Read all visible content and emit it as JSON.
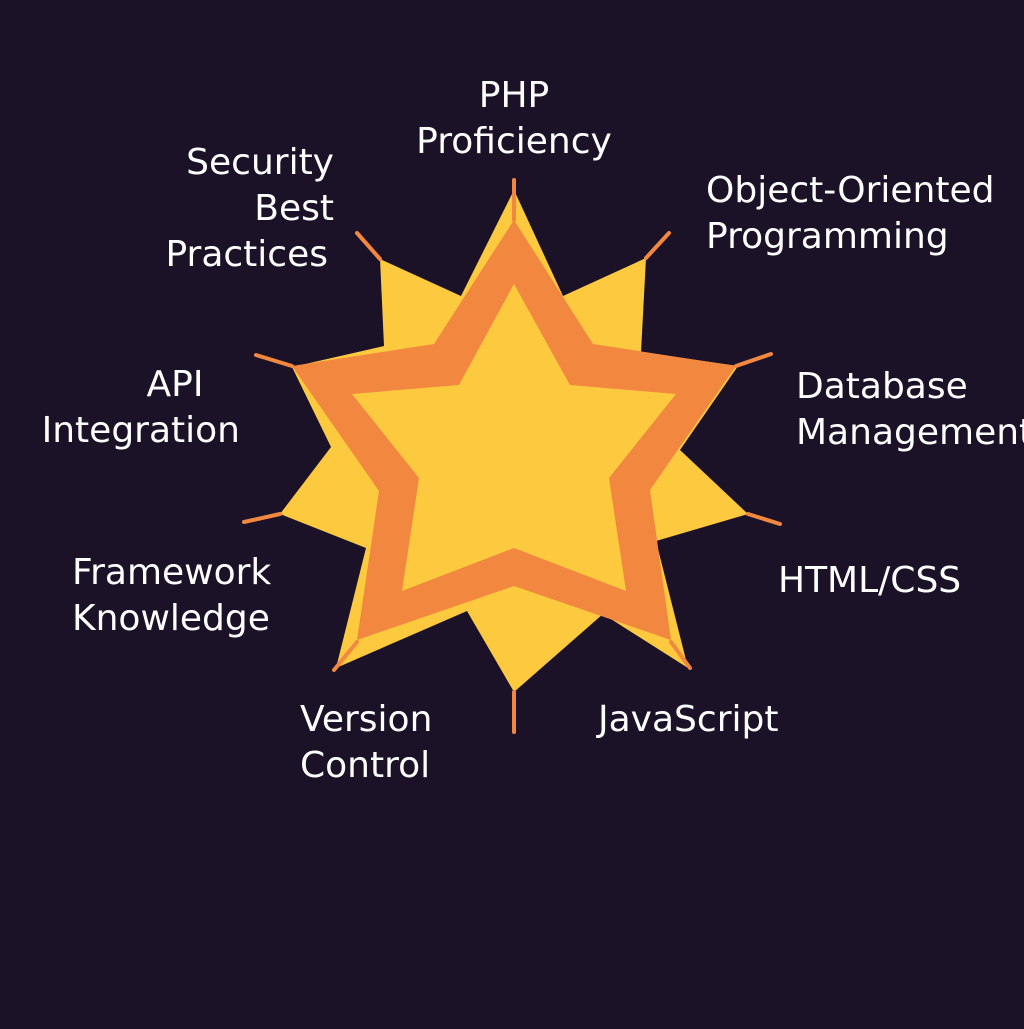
{
  "colors": {
    "background": "#1c1228",
    "outer_star_fill": "#fcc93f",
    "orange": "#f28740",
    "inner_star_fill": "#fcc93f",
    "label_text": "#ffffff"
  },
  "skills": [
    {
      "id": "php-proficiency",
      "lines": [
        "PHP",
        "Proficiency"
      ]
    },
    {
      "id": "object-oriented-programming",
      "lines": [
        "Object-Oriented",
        "Programming"
      ]
    },
    {
      "id": "database-management",
      "lines": [
        "Database",
        "Management"
      ]
    },
    {
      "id": "html-css",
      "lines": [
        "HTML/CSS"
      ]
    },
    {
      "id": "javascript",
      "lines": [
        "JavaScript"
      ]
    },
    {
      "id": "version-control",
      "lines": [
        "Version",
        "Control"
      ]
    },
    {
      "id": "framework-knowledge",
      "lines": [
        "Framework",
        "Knowledge"
      ]
    },
    {
      "id": "api-integration",
      "lines": [
        "API",
        "Integration"
      ]
    },
    {
      "id": "security-best-practices",
      "lines": [
        "Security",
        "Best",
        "Practices"
      ]
    }
  ]
}
